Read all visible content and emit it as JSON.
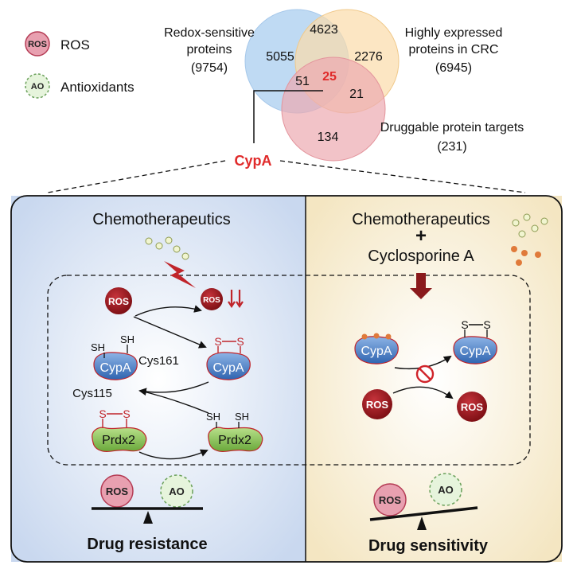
{
  "legend": {
    "ros_badge": "ROS",
    "ros_label": "ROS",
    "ao_badge": "AO",
    "ao_label": "Antioxidants"
  },
  "venn": {
    "redox": {
      "label_line1": "Redox-sensitive",
      "label_line2": "proteins",
      "count": "(9754)"
    },
    "crc": {
      "label_line1": "Highly expressed",
      "label_line2": "proteins in CRC",
      "count": "(6945)"
    },
    "druggable": {
      "label": "Druggable protein targets",
      "count": "(231)"
    },
    "regions": {
      "redox_only": "5055",
      "redox_crc": "4623",
      "crc_only": "2276",
      "redox_drug": "51",
      "center": "25",
      "crc_drug": "21",
      "drug_only": "134"
    },
    "hit": "CypA",
    "colors": {
      "redox": "#a9cdef",
      "crc": "#fbdcaa",
      "druggable": "#ecaab0",
      "highlight": "#e02a2a"
    }
  },
  "left_panel": {
    "title": "Chemotherapeutics",
    "ros_top": "ROS",
    "ros_small": "ROS",
    "sh1": "SH",
    "sh2": "SH",
    "cys161": "Cys161",
    "cys115": "Cys115",
    "cypa_reduced": "CypA",
    "cypa_oxidized": "CypA",
    "s_left": "S",
    "s_right": "S",
    "prdx_s_left": "S",
    "prdx_s_right": "S",
    "prdx_oxidized": "Prdx2",
    "prdx_reduced": "Prdx2",
    "prdx_sh1": "SH",
    "prdx_sh2": "SH",
    "balance_ros": "ROS",
    "balance_ao": "AO",
    "caption": "Drug resistance",
    "bg_color": "#dce6f5"
  },
  "right_panel": {
    "title_line1": "Chemotherapeutics",
    "plus": "+",
    "title_line2": "Cyclosporine A",
    "cypa_bound": "CypA",
    "cypa_oxidized": "CypA",
    "s_left": "S",
    "s_right": "S",
    "ros_left": "ROS",
    "ros_right": "ROS",
    "balance_ros": "ROS",
    "balance_ao": "AO",
    "caption": "Drug sensitivity",
    "bg_color": "#f8f0d8"
  }
}
